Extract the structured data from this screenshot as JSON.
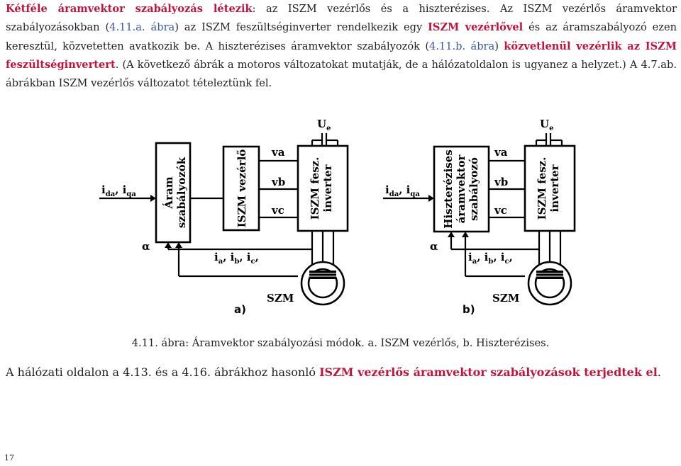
{
  "paragraph1": {
    "s1_hl": "Kétféle áramvektor szabályozás létezik",
    "s1_rest": ": az ISZM vezérlős és a hiszterézises. Az ISZM vezérlős áramvektor szabályozásokban (",
    "s1_ref": "4.11.a. ábra",
    "s1_rest2": ") az ISZM feszültséginverter rendelkezik egy ",
    "s1_hl2": "ISZM vezérlővel",
    "s1_rest3": " és az áramszabályozó ezen keresztül, közvetetten avatkozik be. A hiszterézises áramvektor szabályozók (",
    "s1_ref2": "4.11.b. ábra",
    "s1_rest4": ") ",
    "s1_hl3": "közvetlenül vezérlik az ISZM feszültséginvertert",
    "s1_rest5": ". (A következő ábrák a motoros változatokat mutatják, de a hálózatoldalon is ugyanez a helyzet.) A 4.7.ab. ábrákban ISZM vezérlős változatot tételeztünk fel."
  },
  "figure": {
    "a": {
      "block1": "Áram szabályozók",
      "block2": "ISZM vezérlő",
      "block3": "ISZM fesz. inverter",
      "input_main1": "i",
      "input_sub1": "da",
      "input_main2": "i",
      "input_sub2": "qa",
      "va": "va",
      "vb": "vb",
      "vc": "vc",
      "ue_main": "U",
      "ue_sub": "e",
      "alpha": "α",
      "ia": "i",
      "ia_sub": "a",
      "ib": "i",
      "ib_sub": "b",
      "ic": "i",
      "ic_sub": "c",
      "motor": "SZM",
      "label": "a)"
    },
    "b": {
      "block1": "Hiszterézises áramvektor szabályozó",
      "block3": "ISZM fesz. inverter",
      "input_main1": "i",
      "input_sub1": "da",
      "input_main2": "i",
      "input_sub2": "qa",
      "va": "va",
      "vb": "vb",
      "vc": "vc",
      "ue_main": "U",
      "ue_sub": "e",
      "alpha": "α",
      "ia": "i",
      "ia_sub": "a",
      "ib": "i",
      "ib_sub": "b",
      "ic": "i",
      "ic_sub": "c",
      "motor": "SZM",
      "label": "b)"
    }
  },
  "caption": "4.11. ábra: Áramvektor szabályozási módok. a. ISZM vezérlős, b. Hiszterézises.",
  "paragraph2": {
    "pre": "A hálózati oldalon a 4.13. és a 4.16. ábrákhoz hasonló ",
    "hl": "ISZM vezérlős áramvektor szabályozások terjedtek el",
    "post": "."
  },
  "page_number": "17",
  "colors": {
    "highlight": "#c0143c",
    "reference": "#3a57a8",
    "text": "#222222"
  }
}
